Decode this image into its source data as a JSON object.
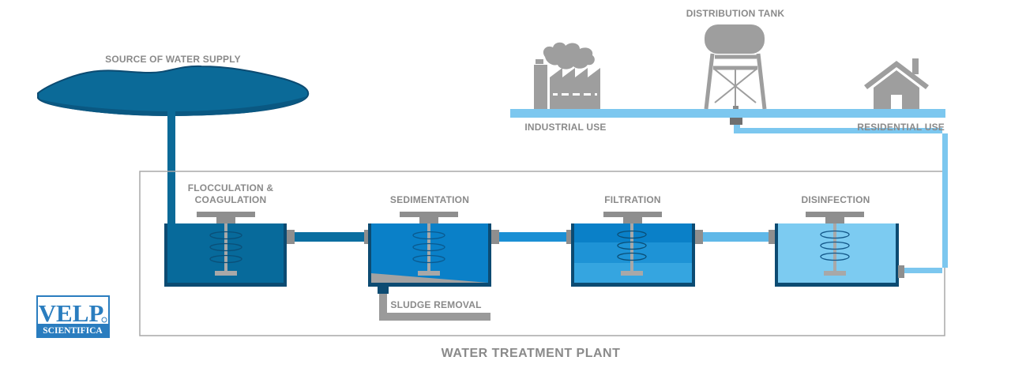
{
  "title": "WATER TREATMENT PLANT",
  "source": {
    "label": "SOURCE OF WATER SUPPLY"
  },
  "distribution": {
    "tank_label": "DISTRIBUTION TANK",
    "industrial_label": "INDUSTRIAL USE",
    "residential_label": "RESIDENTIAL USE"
  },
  "stages": [
    {
      "label_line1": "FLOCCULATION &",
      "label_line2": "COAGULATION",
      "water_color": "#076a9b"
    },
    {
      "label_line1": "SEDIMENTATION",
      "label_line2": "",
      "water_color": "#0a80c8"
    },
    {
      "label_line1": "FILTRATION",
      "label_line2": "",
      "water_color": "#1e93d6"
    },
    {
      "label_line1": "DISINFECTION",
      "label_line2": "",
      "water_color": "#7ccbf1"
    }
  ],
  "sludge": {
    "label": "SLUDGE REMOVAL"
  },
  "logo": {
    "line1": "VELP",
    "line2": "SCIENTIFICA"
  },
  "colors": {
    "source_water": "#0b6a98",
    "tank_border": "#0c4b72",
    "pipe_dark": "#0a6ea0",
    "pipe_mid": "#1a8fd4",
    "pipe_light": "#7cc7ef",
    "gray": "#9c9c9c",
    "label": "#8a8a8a",
    "logo_blue": "#2a7dbf"
  }
}
